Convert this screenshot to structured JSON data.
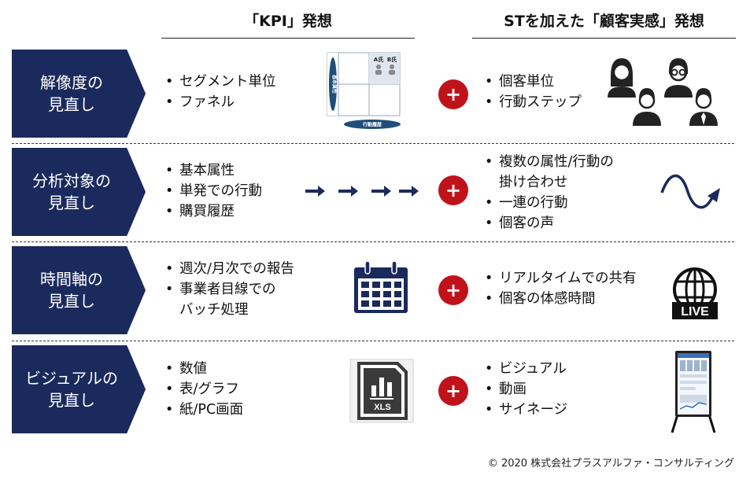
{
  "headers": {
    "left": "「KPI」発想",
    "right": "STを加えた「顧客実感」発想"
  },
  "rows": [
    {
      "label_lines": [
        "解像度の",
        "見直し"
      ],
      "kpi_items": [
        "セグメント単位",
        "ファネル"
      ],
      "st_items": [
        "個客単位",
        "行動ステップ"
      ],
      "kpi_icon": "segment-matrix-icon",
      "st_icon": "people-group-icon"
    },
    {
      "label_lines": [
        "分析対象の",
        "見直し"
      ],
      "kpi_items": [
        "基本属性",
        "単発での行動",
        "購買履歴"
      ],
      "st_items": [
        "複数の属性/行動の",
        "掛け合わせ",
        "一連の行動",
        "個客の声"
      ],
      "kpi_icon": "arrow-sequence-icon",
      "st_icon": "wave-arrow-icon"
    },
    {
      "label_lines": [
        "時間軸の",
        "見直し"
      ],
      "kpi_items": [
        "週次/月次での報告",
        "事業者目線での",
        "バッチ処理"
      ],
      "st_items": [
        "リアルタイムでの共有",
        "個客の体感時間"
      ],
      "kpi_icon": "calendar-icon",
      "st_icon": "globe-live-icon"
    },
    {
      "label_lines": [
        "ビジュアルの",
        "見直し"
      ],
      "kpi_items": [
        "数値",
        "表/グラフ",
        "紙/PC画面"
      ],
      "st_items": [
        "ビジュアル",
        "動画",
        "サイネージ"
      ],
      "kpi_icon": "xls-file-icon",
      "st_icon": "signage-icon"
    }
  ],
  "plus_symbol": "+",
  "matrix": {
    "axis_v": "基本属性",
    "axis_h": "行動履歴",
    "cell_a": "A氏",
    "cell_b": "B氏"
  },
  "xls_label": "XLS",
  "live_label": "LIVE",
  "copyright": "© 2020 株式会社プラスアルファ・コンサルティング",
  "colors": {
    "navy": "#1b2a5c",
    "red": "#c0121a",
    "steelblue": "#1f4e79"
  }
}
